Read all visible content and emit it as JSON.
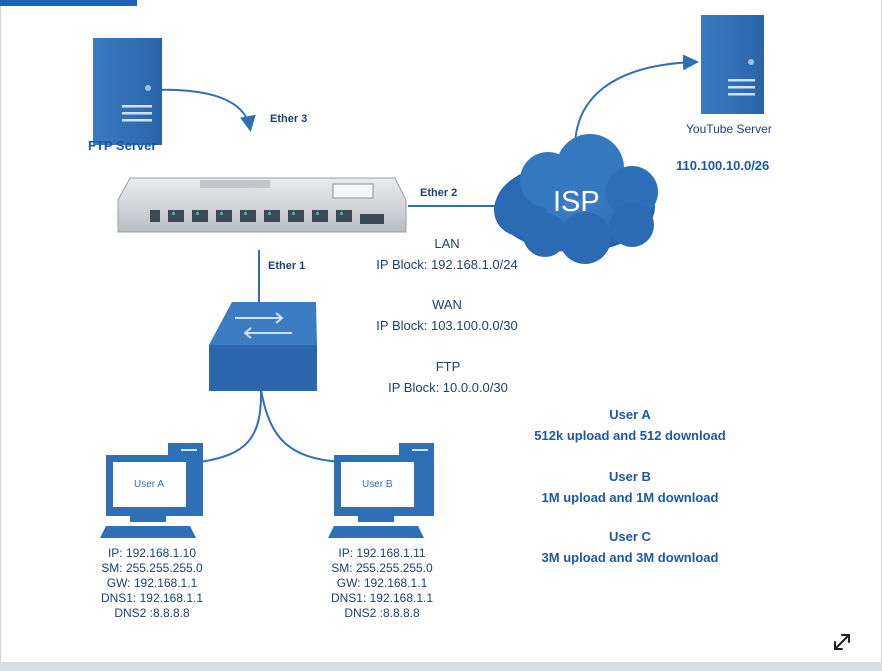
{
  "nodes": {
    "ftp_server": "FTP Server",
    "youtube_server": "YouTube Server",
    "youtube_ip": "110.100.10.0/26",
    "isp": "ISP",
    "user_a_screen": "User A",
    "user_b_screen": "User B"
  },
  "links": {
    "ether3": "Ether 3",
    "ether2": "Ether 2",
    "ether1": "Ether 1"
  },
  "blocks": {
    "lan_title": "LAN",
    "lan_block": "IP Block: 192.168.1.0/24",
    "wan_title": "WAN",
    "wan_block": "IP Block: 103.100.0.0/30",
    "ftp_title": "FTP",
    "ftp_block": "IP Block: 10.0.0.0/30"
  },
  "user_a_config": {
    "ip": "IP: 192.168.1.10",
    "sm": "SM: 255.255.255.0",
    "gw": "GW: 192.168.1.1",
    "dns1": "DNS1: 192.168.1.1",
    "dns2": "DNS2 :8.8.8.8"
  },
  "user_b_config": {
    "ip": "IP: 192.168.1.11",
    "sm": "SM: 255.255.255.0",
    "gw": "GW: 192.168.1.1",
    "dns1": "DNS1: 192.168.1.1",
    "dns2": "DNS2 :8.8.8.8"
  },
  "bandwidth": {
    "user_a_title": "User A",
    "user_a_rate": "512k upload and 512 download",
    "user_b_title": "User B",
    "user_b_rate": "1M upload and 1M download",
    "user_c_title": "User C",
    "user_c_rate": "3M upload and 3M download"
  },
  "icons": {
    "expand": "expand-icon",
    "server": "server-icon",
    "router": "router-icon",
    "switch": "switch-icon",
    "cloud": "cloud-icon",
    "computer": "computer-icon"
  },
  "colors": {
    "device_blue": "#2f6fb6",
    "label_blue": "#1f4f8f",
    "accent": "#1f5fb5"
  }
}
